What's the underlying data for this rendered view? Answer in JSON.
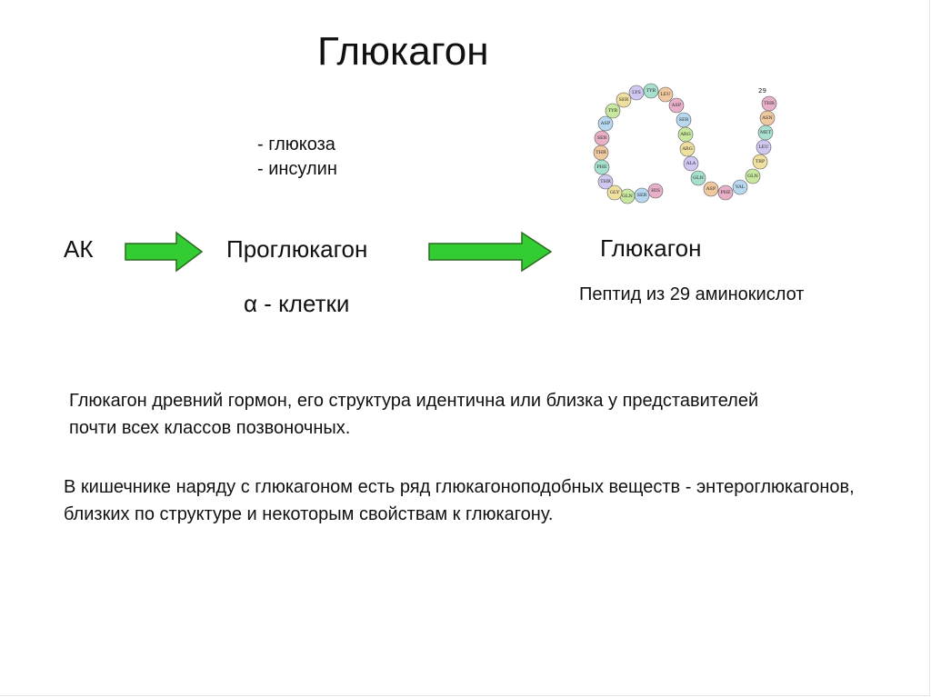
{
  "title": "Глюкагон",
  "regulators": [
    "- глюкоза",
    "- инсулин"
  ],
  "pathway": {
    "source": "АК",
    "intermediate": "Проглюкагон",
    "product": "Глюкагон",
    "cells": "α - клетки",
    "product_note": "Пептид из 29 аминокислот",
    "arrow_color": "#33cc33"
  },
  "paragraphs": [
    "Глюкагон древний гормон, его структура идентична или близка у представителей почти всех классов позвоночных.",
    "В кишечнике наряду с глюкагоном есть ряд глюкагоноподобных веществ - энтероглюкагонов, близких по структуре и некоторым свойствам к глюкагону."
  ],
  "peptide_figure": {
    "end_number": "29",
    "residues": [
      "HIS",
      "SER",
      "GLN",
      "GLY",
      "THR",
      "PHE",
      "THR",
      "SER",
      "ASP",
      "TYR",
      "SER",
      "LYS",
      "TYR",
      "LEU",
      "ASP",
      "SER",
      "ARG",
      "ARG",
      "ALA",
      "GLN",
      "ASP",
      "PHE",
      "VAL",
      "GLN",
      "TRP",
      "LEU",
      "MET",
      "ASN",
      "THR"
    ]
  }
}
